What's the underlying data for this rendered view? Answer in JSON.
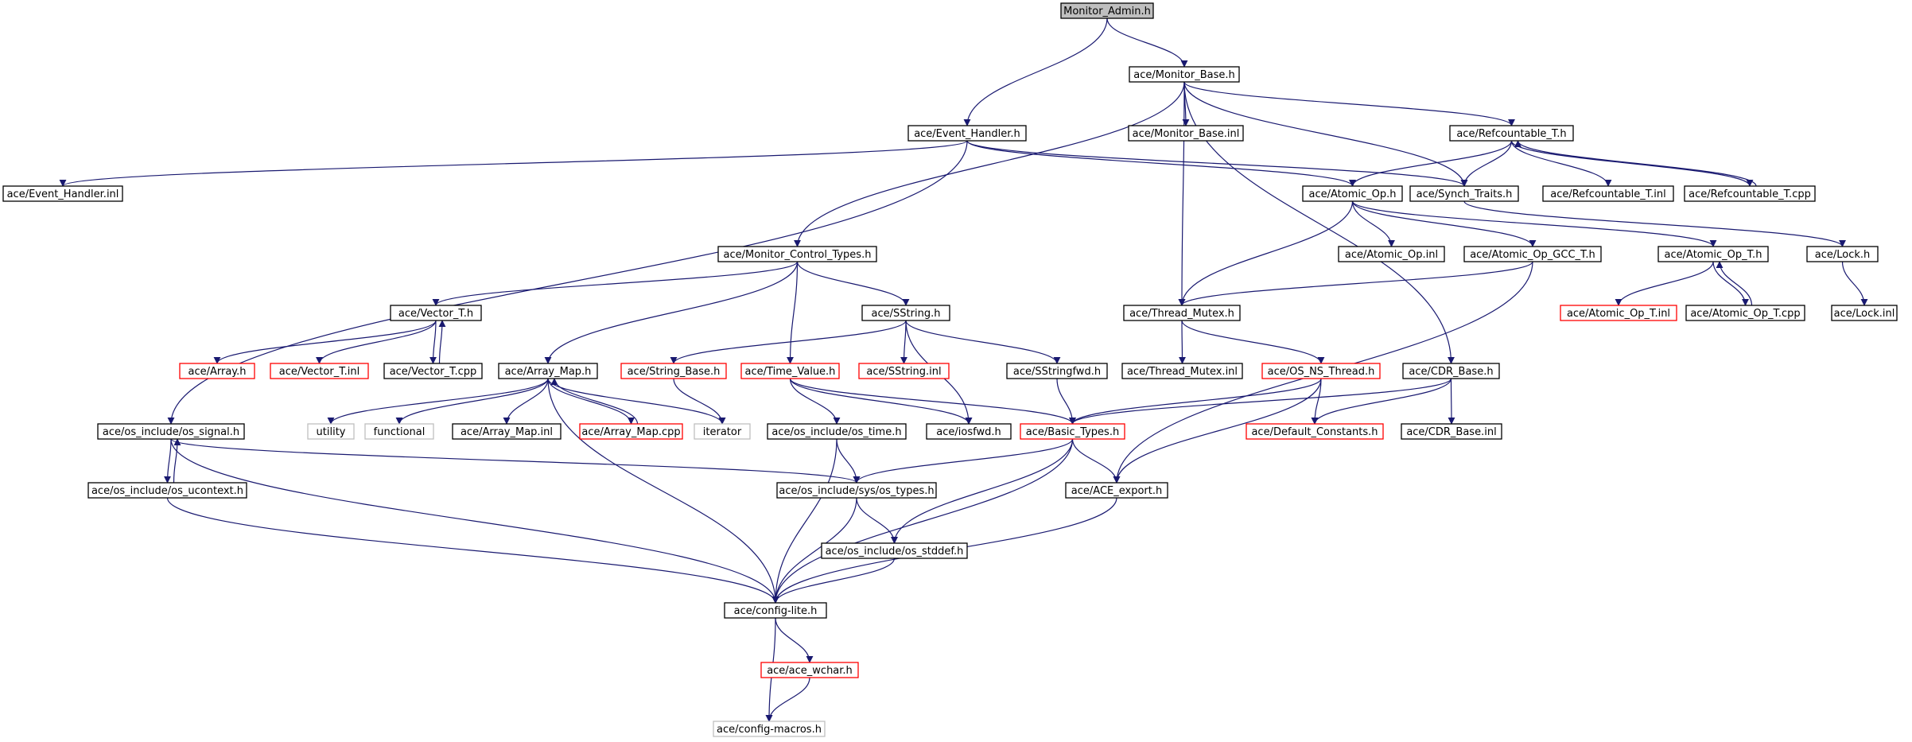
{
  "colors": {
    "edge": "#191970",
    "border_normal": "#000000",
    "border_incomplete": "#ff0000",
    "border_external": "#bfbfbf",
    "fill_root": "#bfbfbf",
    "fill_normal": "#ffffff"
  },
  "nodes": [
    {
      "id": "monitor_admin",
      "label": "Monitor_Admin.h",
      "kind": "root"
    },
    {
      "id": "monitor_base",
      "label": "ace/Monitor_Base.h",
      "kind": "normal"
    },
    {
      "id": "event_handler",
      "label": "ace/Event_Handler.h",
      "kind": "normal"
    },
    {
      "id": "monitor_base_inl",
      "label": "ace/Monitor_Base.inl",
      "kind": "normal"
    },
    {
      "id": "refcountable_h",
      "label": "ace/Refcountable_T.h",
      "kind": "normal"
    },
    {
      "id": "event_handler_inl",
      "label": "ace/Event_Handler.inl",
      "kind": "normal"
    },
    {
      "id": "atomic_op_h",
      "label": "ace/Atomic_Op.h",
      "kind": "normal"
    },
    {
      "id": "synch_traits",
      "label": "ace/Synch_Traits.h",
      "kind": "normal"
    },
    {
      "id": "refcountable_inl",
      "label": "ace/Refcountable_T.inl",
      "kind": "normal"
    },
    {
      "id": "refcountable_cpp",
      "label": "ace/Refcountable_T.cpp",
      "kind": "normal"
    },
    {
      "id": "monitor_control_types",
      "label": "ace/Monitor_Control_Types.h",
      "kind": "normal"
    },
    {
      "id": "atomic_op_inl",
      "label": "ace/Atomic_Op.inl",
      "kind": "normal"
    },
    {
      "id": "atomic_op_gcc",
      "label": "ace/Atomic_Op_GCC_T.h",
      "kind": "normal"
    },
    {
      "id": "atomic_op_t_h",
      "label": "ace/Atomic_Op_T.h",
      "kind": "normal"
    },
    {
      "id": "lock_h",
      "label": "ace/Lock.h",
      "kind": "normal"
    },
    {
      "id": "vector_t_h",
      "label": "ace/Vector_T.h",
      "kind": "normal"
    },
    {
      "id": "sstring_h",
      "label": "ace/SString.h",
      "kind": "normal"
    },
    {
      "id": "thread_mutex_h",
      "label": "ace/Thread_Mutex.h",
      "kind": "normal"
    },
    {
      "id": "atomic_op_t_inl",
      "label": "ace/Atomic_Op_T.inl",
      "kind": "incomplete"
    },
    {
      "id": "atomic_op_t_cpp",
      "label": "ace/Atomic_Op_T.cpp",
      "kind": "normal"
    },
    {
      "id": "lock_inl",
      "label": "ace/Lock.inl",
      "kind": "normal"
    },
    {
      "id": "array_h",
      "label": "ace/Array.h",
      "kind": "incomplete"
    },
    {
      "id": "vector_t_inl",
      "label": "ace/Vector_T.inl",
      "kind": "incomplete"
    },
    {
      "id": "vector_t_cpp",
      "label": "ace/Vector_T.cpp",
      "kind": "normal"
    },
    {
      "id": "array_map_h",
      "label": "ace/Array_Map.h",
      "kind": "normal"
    },
    {
      "id": "string_base_h",
      "label": "ace/String_Base.h",
      "kind": "incomplete"
    },
    {
      "id": "time_value_h",
      "label": "ace/Time_Value.h",
      "kind": "incomplete"
    },
    {
      "id": "sstring_inl",
      "label": "ace/SString.inl",
      "kind": "incomplete"
    },
    {
      "id": "sstringfwd_h",
      "label": "ace/SStringfwd.h",
      "kind": "normal"
    },
    {
      "id": "thread_mutex_inl",
      "label": "ace/Thread_Mutex.inl",
      "kind": "normal"
    },
    {
      "id": "os_ns_thread_h",
      "label": "ace/OS_NS_Thread.h",
      "kind": "incomplete"
    },
    {
      "id": "cdr_base_h",
      "label": "ace/CDR_Base.h",
      "kind": "normal"
    },
    {
      "id": "os_signal_h",
      "label": "ace/os_include/os_signal.h",
      "kind": "normal"
    },
    {
      "id": "utility",
      "label": "utility",
      "kind": "external"
    },
    {
      "id": "functional",
      "label": "functional",
      "kind": "external"
    },
    {
      "id": "array_map_inl",
      "label": "ace/Array_Map.inl",
      "kind": "normal"
    },
    {
      "id": "array_map_cpp",
      "label": "ace/Array_Map.cpp",
      "kind": "incomplete"
    },
    {
      "id": "iterator",
      "label": "iterator",
      "kind": "external"
    },
    {
      "id": "os_time_h",
      "label": "ace/os_include/os_time.h",
      "kind": "normal"
    },
    {
      "id": "iosfwd_h",
      "label": "ace/iosfwd.h",
      "kind": "normal"
    },
    {
      "id": "basic_types_h",
      "label": "ace/Basic_Types.h",
      "kind": "incomplete"
    },
    {
      "id": "default_constants_h",
      "label": "ace/Default_Constants.h",
      "kind": "incomplete"
    },
    {
      "id": "cdr_base_inl",
      "label": "ace/CDR_Base.inl",
      "kind": "normal"
    },
    {
      "id": "os_ucontext_h",
      "label": "ace/os_include/os_ucontext.h",
      "kind": "normal"
    },
    {
      "id": "os_types_h",
      "label": "ace/os_include/sys/os_types.h",
      "kind": "normal"
    },
    {
      "id": "ace_export_h",
      "label": "ace/ACE_export.h",
      "kind": "normal"
    },
    {
      "id": "os_stddef_h",
      "label": "ace/os_include/os_stddef.h",
      "kind": "normal"
    },
    {
      "id": "config_lite_h",
      "label": "ace/config-lite.h",
      "kind": "normal"
    },
    {
      "id": "ace_wchar_h",
      "label": "ace/ace_wchar.h",
      "kind": "incomplete"
    },
    {
      "id": "config_macros_h",
      "label": "ace/config-macros.h",
      "kind": "external"
    }
  ],
  "edges": [
    [
      "monitor_admin",
      "monitor_base"
    ],
    [
      "monitor_admin",
      "event_handler"
    ],
    [
      "monitor_base",
      "monitor_base_inl"
    ],
    [
      "monitor_base",
      "refcountable_h"
    ],
    [
      "monitor_base",
      "synch_traits"
    ],
    [
      "monitor_base",
      "monitor_control_types"
    ],
    [
      "monitor_base",
      "thread_mutex_h"
    ],
    [
      "monitor_base",
      "cdr_base_h"
    ],
    [
      "event_handler",
      "event_handler_inl"
    ],
    [
      "event_handler",
      "atomic_op_h"
    ],
    [
      "event_handler",
      "synch_traits"
    ],
    [
      "event_handler",
      "os_signal_h"
    ],
    [
      "refcountable_h",
      "atomic_op_h"
    ],
    [
      "refcountable_h",
      "synch_traits"
    ],
    [
      "refcountable_h",
      "refcountable_inl"
    ],
    [
      "refcountable_h",
      "refcountable_cpp"
    ],
    [
      "refcountable_cpp",
      "refcountable_h"
    ],
    [
      "synch_traits",
      "lock_h"
    ],
    [
      "atomic_op_h",
      "atomic_op_inl"
    ],
    [
      "atomic_op_h",
      "atomic_op_gcc"
    ],
    [
      "atomic_op_h",
      "atomic_op_t_h"
    ],
    [
      "atomic_op_h",
      "thread_mutex_h"
    ],
    [
      "atomic_op_gcc",
      "thread_mutex_h"
    ],
    [
      "atomic_op_gcc",
      "ace_export_h"
    ],
    [
      "atomic_op_t_h",
      "atomic_op_t_inl"
    ],
    [
      "atomic_op_t_h",
      "atomic_op_t_cpp"
    ],
    [
      "atomic_op_t_cpp",
      "atomic_op_t_h"
    ],
    [
      "lock_h",
      "lock_inl"
    ],
    [
      "monitor_control_types",
      "vector_t_h"
    ],
    [
      "monitor_control_types",
      "array_map_h"
    ],
    [
      "monitor_control_types",
      "time_value_h"
    ],
    [
      "monitor_control_types",
      "sstring_h"
    ],
    [
      "vector_t_h",
      "array_h"
    ],
    [
      "vector_t_h",
      "vector_t_inl"
    ],
    [
      "vector_t_h",
      "vector_t_cpp"
    ],
    [
      "vector_t_cpp",
      "vector_t_h"
    ],
    [
      "sstring_h",
      "string_base_h"
    ],
    [
      "sstring_h",
      "sstring_inl"
    ],
    [
      "sstring_h",
      "sstringfwd_h"
    ],
    [
      "sstring_h",
      "iosfwd_h"
    ],
    [
      "string_base_h",
      "iterator"
    ],
    [
      "thread_mutex_h",
      "thread_mutex_inl"
    ],
    [
      "thread_mutex_h",
      "os_ns_thread_h"
    ],
    [
      "os_ns_thread_h",
      "basic_types_h"
    ],
    [
      "os_ns_thread_h",
      "default_constants_h"
    ],
    [
      "os_ns_thread_h",
      "ace_export_h"
    ],
    [
      "cdr_base_h",
      "basic_types_h"
    ],
    [
      "cdr_base_h",
      "default_constants_h"
    ],
    [
      "cdr_base_h",
      "cdr_base_inl"
    ],
    [
      "array_map_h",
      "utility"
    ],
    [
      "array_map_h",
      "functional"
    ],
    [
      "array_map_h",
      "array_map_inl"
    ],
    [
      "array_map_h",
      "array_map_cpp"
    ],
    [
      "array_map_cpp",
      "array_map_h"
    ],
    [
      "array_map_h",
      "iterator"
    ],
    [
      "array_map_h",
      "config_lite_h"
    ],
    [
      "time_value_h",
      "os_time_h"
    ],
    [
      "time_value_h",
      "iosfwd_h"
    ],
    [
      "time_value_h",
      "basic_types_h"
    ],
    [
      "sstringfwd_h",
      "basic_types_h"
    ],
    [
      "os_time_h",
      "os_types_h"
    ],
    [
      "os_time_h",
      "config_lite_h"
    ],
    [
      "os_signal_h",
      "os_ucontext_h"
    ],
    [
      "os_ucontext_h",
      "os_signal_h"
    ],
    [
      "os_signal_h",
      "os_types_h"
    ],
    [
      "os_signal_h",
      "config_lite_h"
    ],
    [
      "os_ucontext_h",
      "config_lite_h"
    ],
    [
      "basic_types_h",
      "os_types_h"
    ],
    [
      "basic_types_h",
      "ace_export_h"
    ],
    [
      "basic_types_h",
      "os_stddef_h"
    ],
    [
      "basic_types_h",
      "config_lite_h"
    ],
    [
      "os_types_h",
      "os_stddef_h"
    ],
    [
      "os_types_h",
      "config_lite_h"
    ],
    [
      "os_stddef_h",
      "config_lite_h"
    ],
    [
      "ace_export_h",
      "config_lite_h"
    ],
    [
      "config_lite_h",
      "ace_wchar_h"
    ],
    [
      "config_lite_h",
      "config_macros_h"
    ],
    [
      "ace_wchar_h",
      "config_macros_h"
    ]
  ]
}
